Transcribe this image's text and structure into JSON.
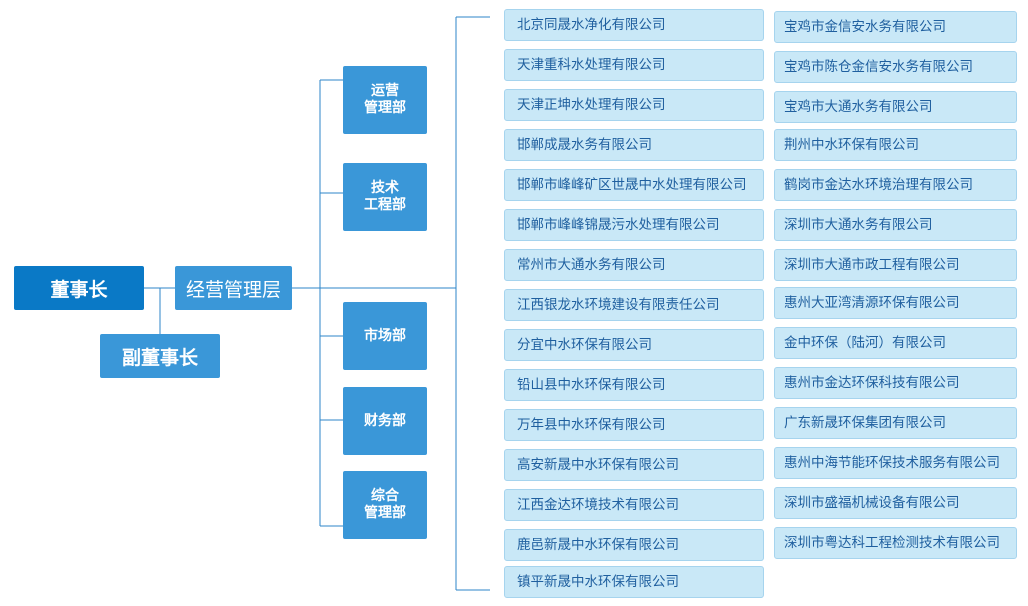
{
  "org": {
    "chairman": "董事长",
    "vice_chairman": "副董事长",
    "management": "经营管理层",
    "departments": [
      {
        "label": "运营\n管理部"
      },
      {
        "label": "技术\n工程部"
      },
      {
        "label": "市场部"
      },
      {
        "label": "财务部"
      },
      {
        "label": "综合\n管理部"
      }
    ],
    "subsidiaries_left": [
      "北京同晟水净化有限公司",
      "天津重科水处理有限公司",
      "天津正坤水处理有限公司",
      "邯郸成晟水务有限公司",
      "邯郸市峰峰矿区世晟中水处理有限公司",
      "邯郸市峰峰锦晟污水处理有限公司",
      "常州市大通水务有限公司",
      "江西银龙水环境建设有限责任公司",
      "分宜中水环保有限公司",
      "铅山县中水环保有限公司",
      "万年县中水环保有限公司",
      "高安新晟中水环保有限公司",
      "江西金达环境技术有限公司",
      "鹿邑新晟中水环保有限公司",
      "镇平新晟中水环保有限公司"
    ],
    "subsidiaries_right": [
      "宝鸡市金信安水务有限公司",
      "宝鸡市陈仓金信安水务有限公司",
      "宝鸡市大通水务有限公司",
      "荆州中水环保有限公司",
      "鹤岗市金达水环境治理有限公司",
      "深圳市大通水务有限公司",
      "深圳市大通市政工程有限公司",
      "惠州大亚湾清源环保有限公司",
      "金中环保（陆河）有限公司",
      "惠州市金达环保科技有限公司",
      "广东新晟环保集团有限公司",
      "惠州中海节能环保技术服务有限公司",
      "深圳市盛福机械设备有限公司",
      "深圳市粤达科工程检测技术有限公司"
    ]
  }
}
